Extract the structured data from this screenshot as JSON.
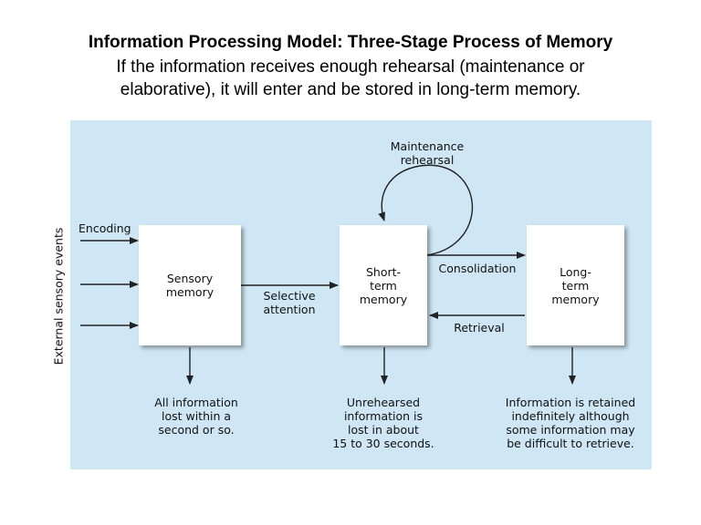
{
  "header": {
    "title": "Information Processing Model: Three-Stage Process of Memory",
    "subtitle_line1": "If the information receives enough rehearsal (maintenance or",
    "subtitle_line2": "elaborative), it will enter and be stored in long-term memory."
  },
  "diagram": {
    "side_label": "External sensory events",
    "encoding": "Encoding",
    "sensory": {
      "line1": "Sensory",
      "line2": "memory"
    },
    "short_term": {
      "line1": "Short-",
      "line2": "term",
      "line3": "memory"
    },
    "long_term": {
      "line1": "Long-",
      "line2": "term",
      "line3": "memory"
    },
    "selective": {
      "line1": "Selective",
      "line2": "attention"
    },
    "maintenance": {
      "line1": "Maintenance",
      "line2": "rehearsal"
    },
    "consolidation": "Consolidation",
    "retrieval": "Retrieval",
    "sensory_note": {
      "line1": "All information",
      "line2": "lost within a",
      "line3": "second or so."
    },
    "short_term_note": {
      "line1": "Unrehearsed",
      "line2": "information is",
      "line3": "lost in about",
      "line4": "15 to 30 seconds."
    },
    "long_term_note": {
      "line1": "Information is retained",
      "line2": "indefinitely although",
      "line3": "some information may",
      "line4": "be difficult to retrieve."
    }
  },
  "colors": {
    "panel": "#cfe6f4",
    "box": "#ffffff",
    "arrow": "#222222"
  }
}
